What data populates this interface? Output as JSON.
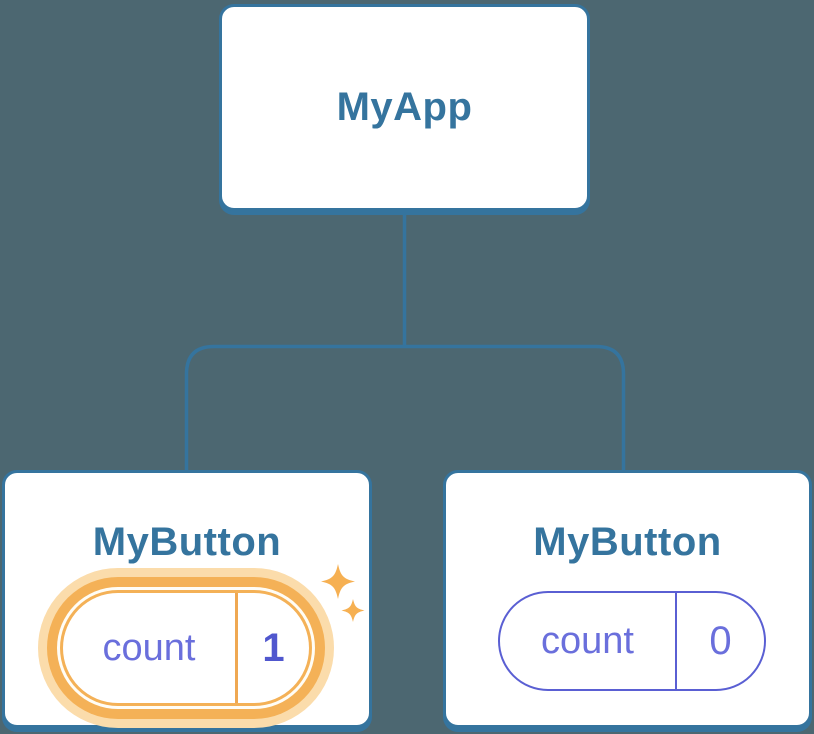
{
  "diagram": {
    "description": "React component tree with isolated state",
    "root": {
      "label": "MyApp"
    },
    "children": [
      {
        "label": "MyButton",
        "state": {
          "key": "count",
          "value": "1"
        },
        "highlighted": true,
        "badge_icon": "sparkles-icon"
      },
      {
        "label": "MyButton",
        "state": {
          "key": "count",
          "value": "0"
        },
        "highlighted": false
      }
    ]
  },
  "colors": {
    "background": "#4C6771",
    "node_border": "#35749E",
    "node_title": "#35749E",
    "pill_border": "#5A5FD3",
    "pill_text": "#6A6FDC",
    "value_bold": "#5057CE",
    "highlight_orange": "#F4B157",
    "highlight_glow": "#FBDCAB",
    "highlight_divider": "#EFA852",
    "sparkle": "#F6B052"
  }
}
